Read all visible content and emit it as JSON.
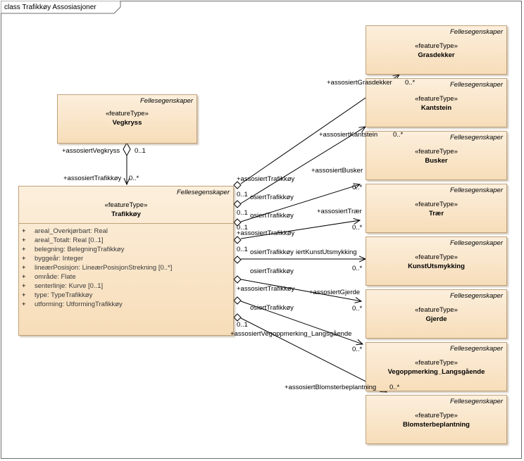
{
  "diagram": {
    "title": "class Trafikkøy Assosiasjoner"
  },
  "classes": {
    "vegkryss": {
      "tag": "Fellesegenskaper",
      "stereotype": "«featureType»",
      "name": "Vegkryss"
    },
    "trafikkoy": {
      "tag": "Fellesegenskaper",
      "stereotype": "«featureType»",
      "name": "Trafikkøy",
      "attributes": [
        {
          "visibility": "+",
          "text": "areal_Overkjørbart: Real"
        },
        {
          "visibility": "+",
          "text": "areal_Totalt: Real [0..1]"
        },
        {
          "visibility": "+",
          "text": "belegning: BelegningTrafikkøy"
        },
        {
          "visibility": "+",
          "text": "byggeår: Integer"
        },
        {
          "visibility": "+",
          "text": "lineærPosisjon: LineærPosisjonStrekning [0..*]"
        },
        {
          "visibility": "+",
          "text": "område: Flate"
        },
        {
          "visibility": "+",
          "text": "senterlinje: Kurve [0..1]"
        },
        {
          "visibility": "+",
          "text": "type: TypeTrafikkøy"
        },
        {
          "visibility": "+",
          "text": "utforming: UtformingTrafikkøy"
        }
      ]
    },
    "grasdekker": {
      "tag": "Fellesegenskaper",
      "stereotype": "«featureType»",
      "name": "Grasdekker"
    },
    "kantstein": {
      "tag": "Fellesegenskaper",
      "stereotype": "«featureType»",
      "name": "Kantstein"
    },
    "busker": {
      "tag": "Fellesegenskaper",
      "stereotype": "«featureType»",
      "name": "Busker"
    },
    "traer": {
      "tag": "Fellesegenskaper",
      "stereotype": "«featureType»",
      "name": "Trær"
    },
    "kunst": {
      "tag": "Fellesegenskaper",
      "stereotype": "«featureType»",
      "name": "KunstUtsmykking"
    },
    "gjerde": {
      "tag": "Fellesegenskaper",
      "stereotype": "«featureType»",
      "name": "Gjerde"
    },
    "vegoppmerking": {
      "tag": "Fellesegenskaper",
      "stereotype": "«featureType»",
      "name": "Vegoppmerking_Langsgående"
    },
    "blomster": {
      "tag": "Fellesegenskaper",
      "stereotype": "«featureType»",
      "name": "Blomsterbeplantning"
    }
  },
  "labels": {
    "vegkryss_role": "+assosiertVegkryss",
    "vegkryss_mult": "0..1",
    "trafikkoy_role_top": "+assosiertTrafikkøy",
    "trafikkoy_mult_top": "0..*",
    "grasdekker_role": "+assosiertGrasdekker",
    "grasdekker_mult": "0..*",
    "kantstein_role": "+assosiertKantstein",
    "kantstein_mult": "0..*",
    "busker_role": "+assosiertBusker",
    "busker_mult": "0..*",
    "traer_role": "+assosiertTrær",
    "traer_mult": "0..*",
    "kunst_role": "iertKunstUtsmykking",
    "kunst_mult": "0..*",
    "gjerde_role": "+assosiertGjerde",
    "gjerde_mult": "0..*",
    "vegoppmerking_role": "+assosiertVegoppmerking_Langsgående",
    "vegoppmerking_mult": "0..*",
    "blomster_role": "+assosiertBlomsterbeplantning",
    "blomster_mult": "0..*",
    "src_role_1": "+assosiertTrafikkøy",
    "src_mult_1": "0..1",
    "src_role_2": "osiertTrafikkøy",
    "src_mult_2": "0..1",
    "src_role_3": "osiertTrafikkøy",
    "src_mult_3": "0..1",
    "src_role_4": "+assosiertTrafikkøy",
    "src_mult_4": "0..1",
    "src_role_5": "osiertTrafikkøy",
    "src_role_6": "osiertTrafikkøy",
    "src_role_7": "+assosiertTrafikkøy",
    "src_role_8": "osiertTrafikkøy",
    "src_mult_8": "0..1"
  }
}
